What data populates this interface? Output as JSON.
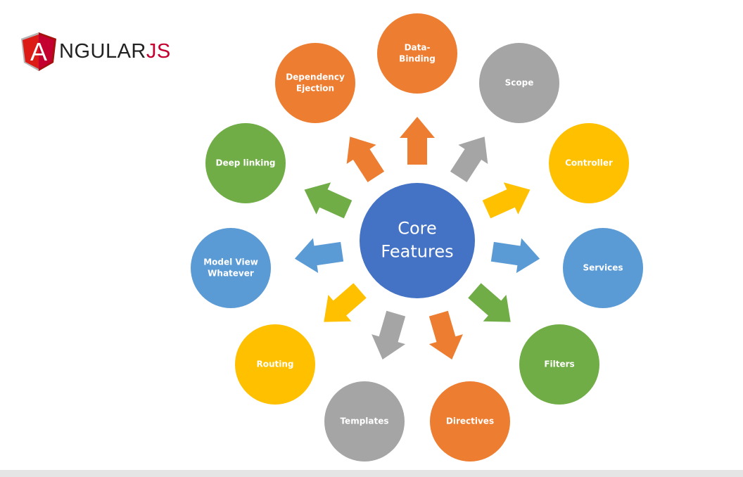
{
  "logo": {
    "letter": "A",
    "word": "NGULAR",
    "suffix": "JS"
  },
  "center": {
    "lines": [
      "Core",
      "Features"
    ],
    "color": "#4472c4"
  },
  "colors": {
    "orange": "#ed7d31",
    "gray": "#a5a5a5",
    "yellow": "#ffc000",
    "blue": "#5b9bd5",
    "green": "#70ad47"
  },
  "nodes": [
    {
      "id": "data-binding",
      "lines": [
        "Data-",
        "Binding"
      ],
      "color": "orange"
    },
    {
      "id": "scope",
      "lines": [
        "Scope"
      ],
      "color": "gray"
    },
    {
      "id": "controller",
      "lines": [
        "Controller"
      ],
      "color": "yellow"
    },
    {
      "id": "services",
      "lines": [
        "Services"
      ],
      "color": "blue"
    },
    {
      "id": "filters",
      "lines": [
        "Filters"
      ],
      "color": "green"
    },
    {
      "id": "directives",
      "lines": [
        "Directives"
      ],
      "color": "orange"
    },
    {
      "id": "templates",
      "lines": [
        "Templates"
      ],
      "color": "gray"
    },
    {
      "id": "routing",
      "lines": [
        "Routing"
      ],
      "color": "yellow"
    },
    {
      "id": "model-view-whatever",
      "lines": [
        "Model View",
        "Whatever"
      ],
      "color": "blue"
    },
    {
      "id": "deep-linking",
      "lines": [
        "Deep linking"
      ],
      "color": "green"
    },
    {
      "id": "dependency-ejection",
      "lines": [
        "Dependency",
        "Ejection"
      ],
      "color": "orange"
    }
  ]
}
